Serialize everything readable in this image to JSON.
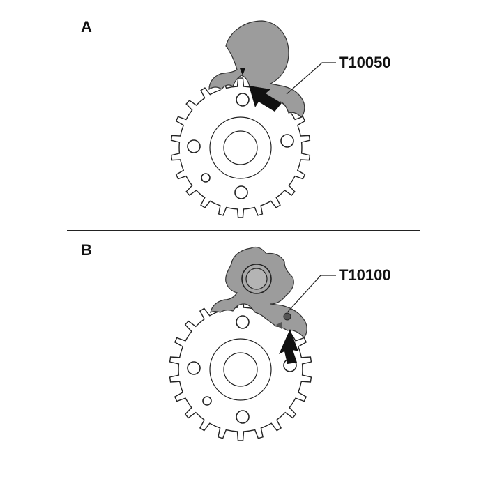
{
  "panels": [
    {
      "letter": "A",
      "tool_label": "T10050"
    },
    {
      "letter": "B",
      "tool_label": "T10100"
    }
  ],
  "colors": {
    "tool_fill": "#9c9c9c",
    "line": "#222222",
    "arrow": "#111111",
    "background": "#ffffff"
  }
}
